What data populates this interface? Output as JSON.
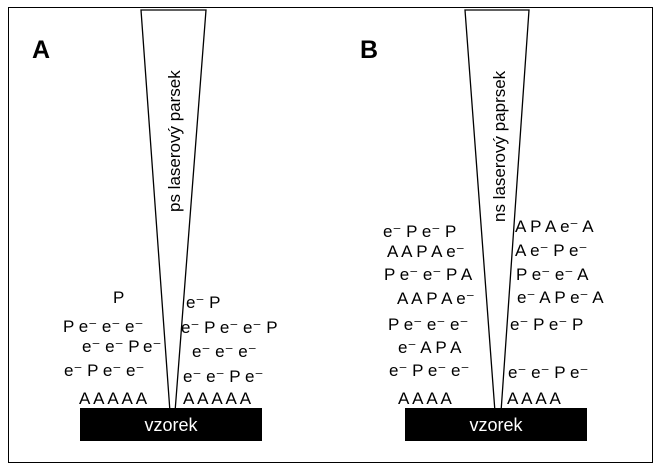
{
  "panels": [
    {
      "letter": "A",
      "beam_label": "ps laserový parsek",
      "sample_label": "vzorek",
      "cloud": [
        "P",
        "P e⁻ e⁻ e⁻",
        "e⁻ e⁻ P e⁻",
        "e⁻ P e⁻ e⁻",
        "A A A A A",
        "e⁻ P",
        "e⁻ P e⁻ e⁻ P",
        "e⁻ e⁻ e⁻",
        "e⁻ e⁻ P e⁻",
        "A A A A A"
      ]
    },
    {
      "letter": "B",
      "beam_label": "ns laserový paprsek",
      "sample_label": "vzorek",
      "cloud": [
        "e⁻ P e⁻ P",
        "A A P A e⁻",
        "P e⁻ e⁻ P A",
        "A A P A e⁻",
        "P e⁻ e⁻ e⁻",
        "e⁻ A P A",
        "e⁻ P e⁻ e⁻",
        "A A A A",
        "A P A e⁻ A",
        "A e⁻ P e⁻",
        "P e⁻ e⁻ A",
        "e⁻ A P e⁻ A",
        "e⁻ P e⁻ P",
        "e⁻ e⁻ P e⁻",
        "A A A A"
      ]
    }
  ]
}
